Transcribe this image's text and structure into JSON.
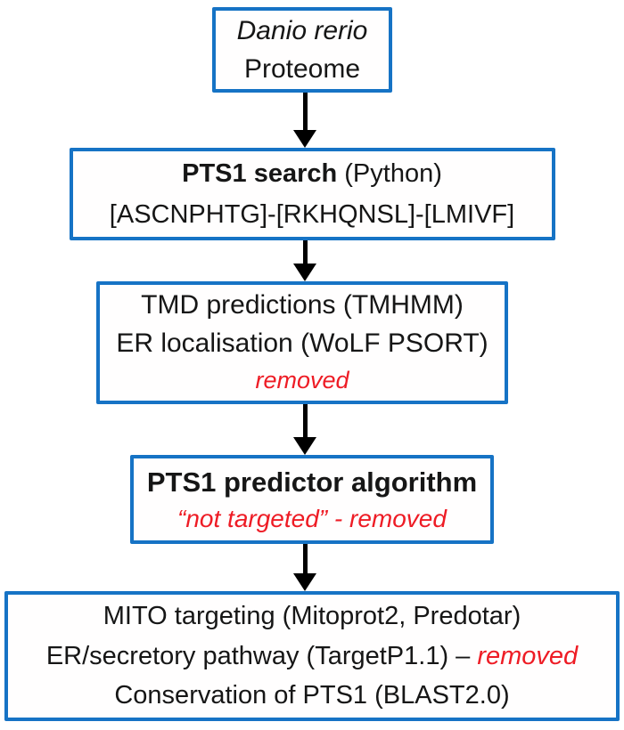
{
  "flowchart": {
    "colors": {
      "box_border": "#1673C5",
      "removed_text": "#EE1C25",
      "arrow": "#000000"
    },
    "box1": {
      "line1_italic": "Danio rerio",
      "line2": "Proteome"
    },
    "box2": {
      "line1_bold": "PTS1 search",
      "line1_rest": " (Python)",
      "line2": "[ASCNPHTG]-[RKHQNSL]-[LMIVF]"
    },
    "box3": {
      "line1": "TMD predictions (TMHMM)",
      "line2": "ER localisation (WoLF PSORT)",
      "line3_removed": "removed"
    },
    "box4": {
      "line1_bold": "PTS1 predictor algorithm",
      "line2_removed": "“not targeted” - removed"
    },
    "box5": {
      "line1": "MITO targeting (Mitoprot2, Predotar)",
      "line2_main": "ER/secretory pathway (TargetP1.1) – ",
      "line2_removed": "removed",
      "line3": "Conservation of PTS1 (BLAST2.0)"
    }
  }
}
